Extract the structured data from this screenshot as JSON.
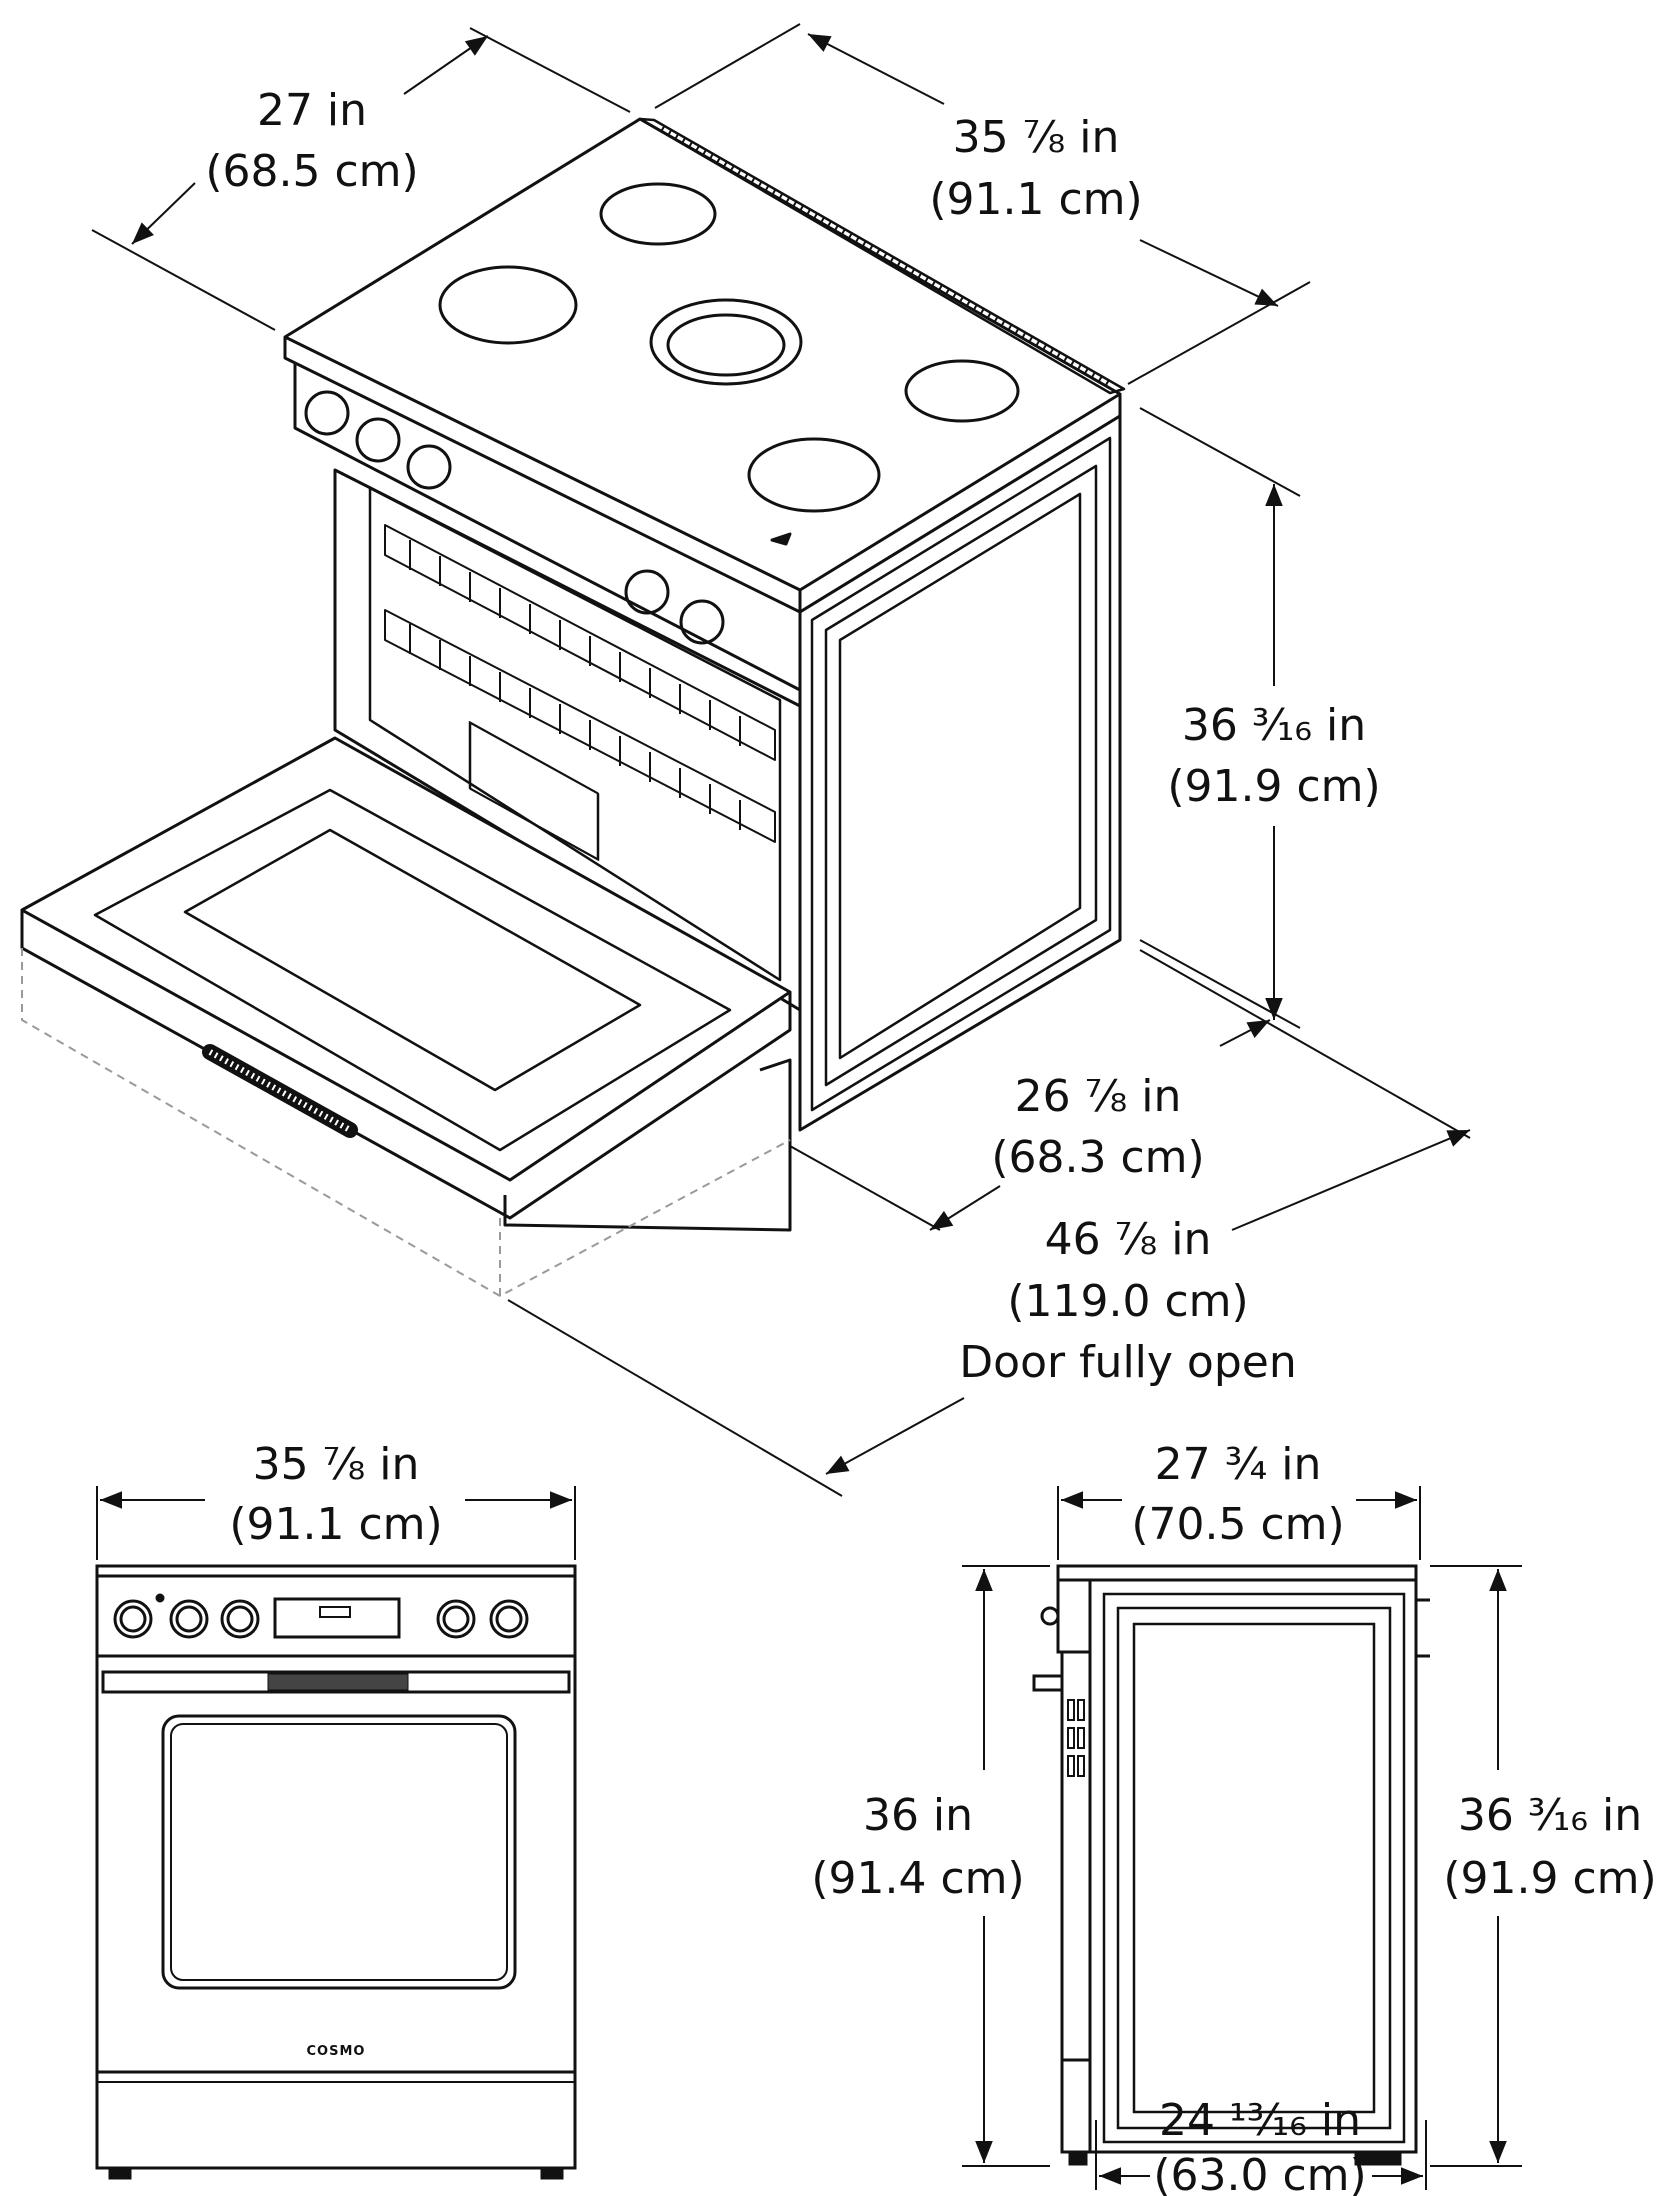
{
  "colors": {
    "line": "#111111",
    "background": "#ffffff",
    "dashed": "#9a9a9a"
  },
  "brand": "COSMO",
  "dimensions": {
    "iso_depth": {
      "imperial": "27 in",
      "metric": "(68.5 cm)"
    },
    "iso_width": {
      "imperial": "35 ⅞ in",
      "metric": "(91.1 cm)"
    },
    "iso_height": {
      "imperial": "36 ³⁄₁₆ in",
      "metric": "(91.9 cm)"
    },
    "iso_body_depth": {
      "imperial": "26 ⅞ in",
      "metric": "(68.3 cm)"
    },
    "iso_door_open": {
      "imperial": "46 ⅞ in",
      "metric": "(119.0 cm)",
      "note": "Door fully open"
    },
    "front_width": {
      "imperial": "35 ⅞ in",
      "metric": "(91.1 cm)"
    },
    "side_depth": {
      "imperial": "27 ¾ in",
      "metric": "(70.5 cm)"
    },
    "side_height_front": {
      "imperial": "36 in",
      "metric": "(91.4 cm)"
    },
    "side_height_back": {
      "imperial": "36 ³⁄₁₆ in",
      "metric": "(91.9 cm)"
    },
    "side_cabinet_depth": {
      "imperial": "24 ¹³⁄₁₆ in",
      "metric": "(63.0 cm)"
    }
  }
}
